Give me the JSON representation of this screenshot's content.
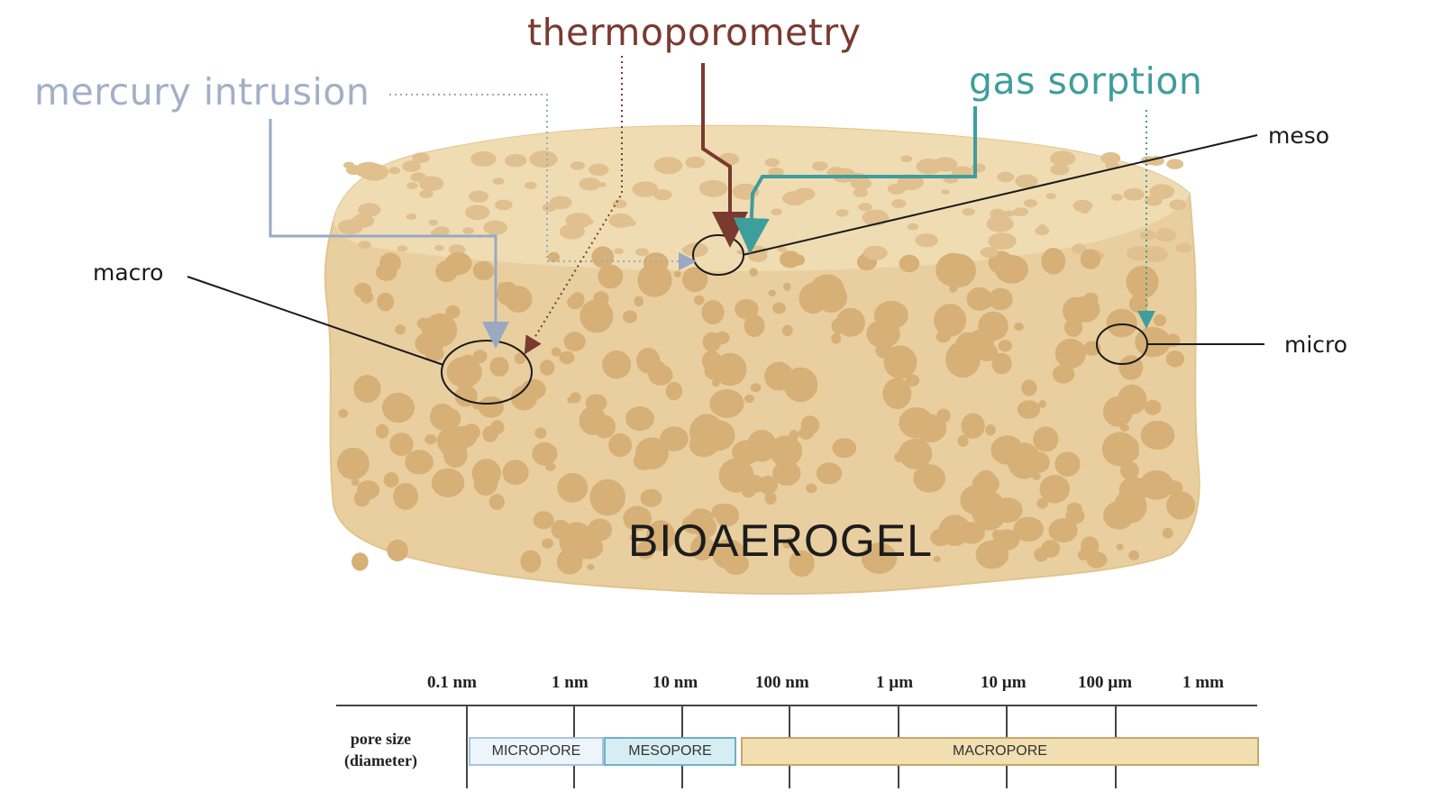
{
  "methods": {
    "mercury": "mercury intrusion",
    "thermo": "thermoporometry",
    "gas": "gas sorption"
  },
  "pores": {
    "meso": "meso",
    "macro": "macro",
    "micro": "micro"
  },
  "material": "BIOAEROGEL",
  "scale": {
    "axis_label_line1": "pore size",
    "axis_label_line2": "(diameter)",
    "ticks": [
      "0.1 nm",
      "1 nm",
      "10 nm",
      "100 nm",
      "1 µm",
      "10 µm",
      "100 µm",
      "1 mm"
    ],
    "bands": [
      "MICROPORE",
      "MESOPORE",
      "MACROPORE"
    ]
  },
  "colors": {
    "mercury": "#9aa9c2",
    "thermo": "#7a3a30",
    "gas": "#3e9e9b",
    "sponge": "#e9cf9f",
    "pore_fill": "#d8b57e",
    "micropore_band": "#eef4fb",
    "mesopore_band": "#d6eef3",
    "macropore_band": "#f1deb1"
  }
}
